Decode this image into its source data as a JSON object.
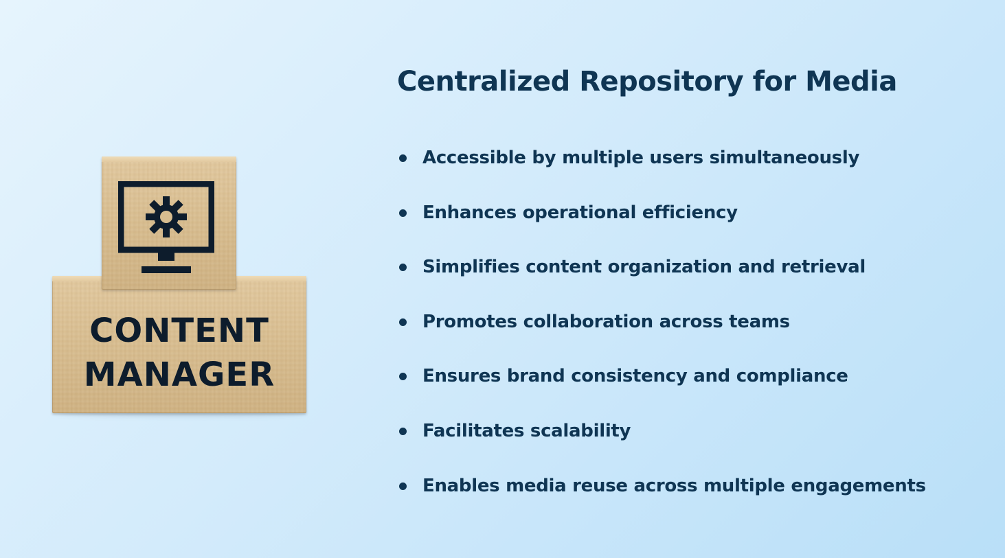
{
  "illustration": {
    "icon": "monitor-gear-icon",
    "block_text_line1": "CONTENT",
    "block_text_line2": "MANAGER"
  },
  "heading": "Centralized Repository for Media",
  "bullets": [
    "Accessible by multiple users simultaneously",
    "Enhances operational efficiency",
    "Simplifies content organization and retrieval",
    "Promotes collaboration across teams",
    "Ensures brand consistency and compliance",
    "Facilitates scalability",
    "Enables media reuse across multiple engagements"
  ],
  "colors": {
    "text": "#0f3553",
    "block_text": "#0d1c2c",
    "wood": "#d8bd8f",
    "background_start": "#e6f4fd",
    "background_end": "#b9dff8"
  }
}
